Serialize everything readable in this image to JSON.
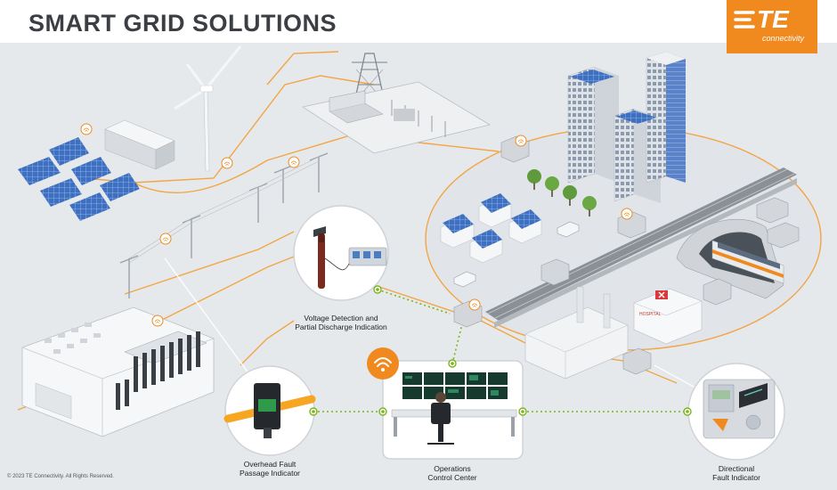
{
  "header": {
    "title": "SMART GRID SOLUTIONS"
  },
  "logo": {
    "mark": "TE",
    "subtitle": "connectivity"
  },
  "callouts": {
    "voltage": {
      "line1": "Voltage Detection and",
      "line2": "Partial Discharge Indication"
    },
    "overhead": {
      "line1": "Overhead Fault",
      "line2": "Passage Indicator"
    },
    "operations": {
      "line1": "Operations",
      "line2": "Control Center"
    },
    "directional": {
      "line1": "Directional",
      "line2": "Fault Indicator"
    }
  },
  "hospital_sign": "HOSPITAL",
  "footer": {
    "copyright": "© 2023 TE Connectivity. All Rights Reserved."
  },
  "icons": [
    "wifi-icon",
    "wind-turbine-icon",
    "solar-panel-icon",
    "transmission-tower-icon",
    "substation-icon",
    "house-icon",
    "car-icon",
    "tree-icon",
    "train-icon",
    "factory-icon",
    "hospital-icon",
    "data-center-icon",
    "operator-icon"
  ],
  "colors": {
    "accent": "#f08a1f",
    "connector": "#7ab51d",
    "power_line": "#f3a545",
    "ground": "#e6e9ec"
  }
}
